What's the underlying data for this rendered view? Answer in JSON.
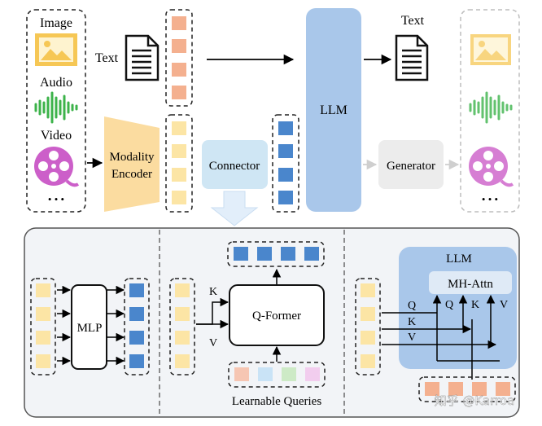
{
  "inputs": {
    "image_label": "Image",
    "audio_label": "Audio",
    "video_label": "Video",
    "ellipsis": "• • •",
    "text_label": "Text"
  },
  "top": {
    "modality_encoder": [
      "Modality",
      "Encoder"
    ],
    "connector": "Connector",
    "llm": "LLM",
    "output_text": "Text",
    "generator": "Generator"
  },
  "bottom": {
    "mlp": "MLP",
    "qformer": "Q-Former",
    "k": "K",
    "v": "V",
    "learnable_queries": "Learnable Queries",
    "llm": "LLM",
    "mh_attn": "MH-Attn",
    "q": "Q",
    "watermark": "知乎 @Karroa"
  },
  "colors": {
    "orange_token": "#f4b08f",
    "yellow_token": "#fce5a5",
    "blue_token": "#4a86cc",
    "llm_blue": "#a9c7ea",
    "connector_blue": "#cfe6f4",
    "generator_gray": "#ececec",
    "panel_bg": "#f2f4f7",
    "encoder_fill": "#fbdca0",
    "icon_yellow": "#f6c755",
    "audio_green": "#3cb34a",
    "video_purple": "#cc5fc9",
    "query_colors": [
      "#f6c6b3",
      "#c9e3f6",
      "#cdeac6",
      "#f2cdee"
    ]
  }
}
